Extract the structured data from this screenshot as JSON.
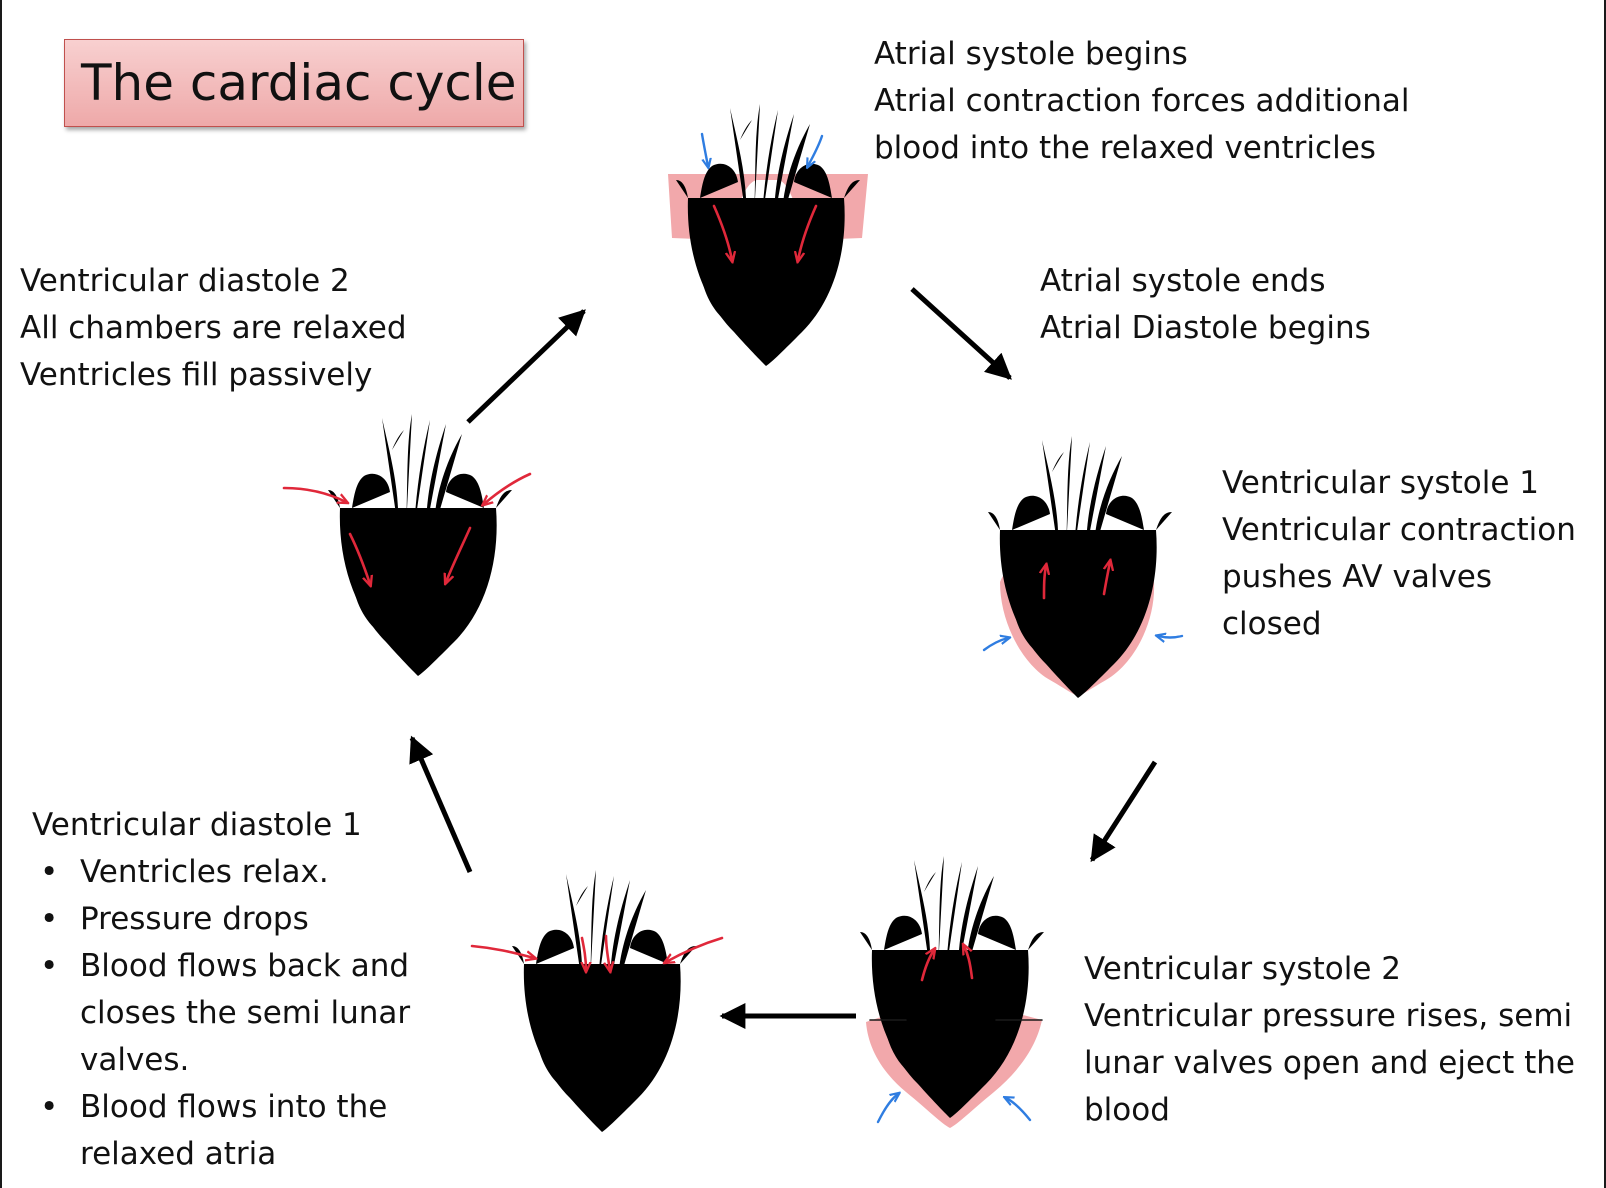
{
  "title": "The cardiac cycle",
  "stages": {
    "atrial_systole": {
      "lines": [
        "Atrial systole begins",
        "Atrial contraction forces additional",
        "blood into the relaxed ventricles"
      ]
    },
    "atrial_diastole": {
      "lines": [
        "Atrial systole ends",
        "Atrial Diastole begins"
      ]
    },
    "ventricular_systole_1": {
      "lines": [
        "Ventricular systole 1",
        "Ventricular contraction",
        "pushes AV valves",
        "closed"
      ]
    },
    "ventricular_systole_2": {
      "lines": [
        "Ventricular systole 2",
        "Ventricular pressure rises, semi",
        "lunar valves open and eject the",
        "blood"
      ]
    },
    "ventricular_diastole_1": {
      "heading": "Ventricular diastole 1",
      "bullets": [
        "Ventricles relax.",
        "Pressure drops",
        "Blood flows back and closes the semi lunar valves.",
        "Blood flows into the relaxed atria"
      ]
    },
    "ventricular_diastole_2": {
      "lines": [
        "Ventricular diastole 2",
        "All chambers are relaxed",
        "Ventricles fill passively"
      ]
    }
  },
  "colors": {
    "contraction_fill": "#f2a8ab",
    "blood_flow_arrow": "#e0283a",
    "pressure_arrow": "#2f7de1",
    "cycle_arrow": "#000000",
    "title_box": "#f2b6b6"
  },
  "cycle_direction": "clockwise"
}
